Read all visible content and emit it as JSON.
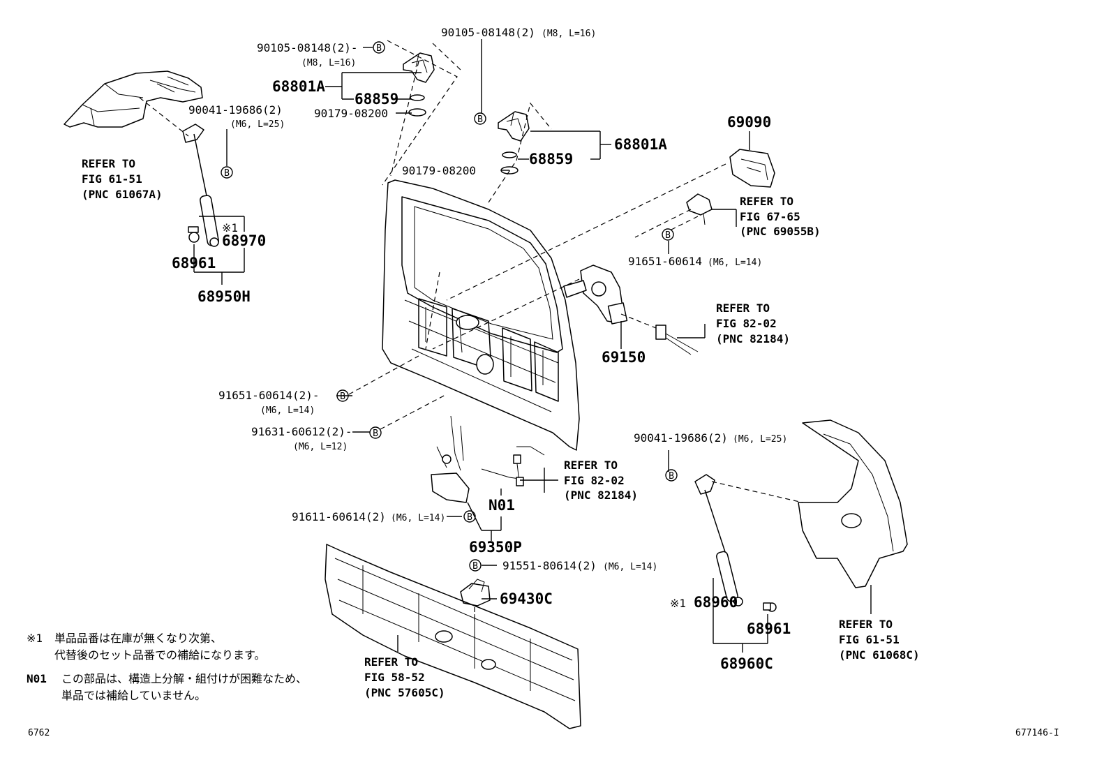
{
  "labels": {
    "p90105_left": "90105-08148(2)-",
    "p90105_left_spec": "(M8, L=16)",
    "p90105_top": "90105-08148(2)",
    "p90105_top_spec": "(M8, L=16)",
    "p68801A_left": "68801A",
    "p68859_left": "68859",
    "p90179_left": "90179-08200",
    "p90041_top": "90041-19686(2)",
    "p90041_top_spec": "(M6, L=25)",
    "p68801A_right": "68801A",
    "p68859_right": "68859",
    "p90179_right": "90179-08200",
    "p69090": "69090",
    "mark1_a": "※1",
    "p68970": "68970",
    "p68961_left": "68961",
    "p68950H": "68950H",
    "p91651_top": "91651-60614",
    "p91651_top_spec": "(M6, L=14)",
    "p69150": "69150",
    "p91651_mid": "91651-60614(2)-",
    "p91651_mid_spec": "(M6, L=14)",
    "p91631": "91631-60612(2)-",
    "p91631_spec": "(M6, L=12)",
    "p90041_right": "90041-19686(2)",
    "p90041_right_spec": "(M6, L=25)",
    "p91611": "91611-60614(2)",
    "p91611_spec": "(M6, L=14)",
    "pN01": "N01",
    "p69350P": "69350P",
    "p91551": "91551-80614(2)",
    "p91551_spec": "(M6, L=14)",
    "p69430C": "69430C",
    "mark1_b": "※1",
    "p68960": "68960",
    "p68961_right": "68961",
    "p68960C": "68960C",
    "fig_left": "6762",
    "fig_right": "677146-I",
    "badge": "B"
  },
  "refs": {
    "r1": [
      "REFER TO",
      "FIG 61-51",
      "(PNC 61067A)"
    ],
    "r2": [
      "REFER TO",
      "FIG 67-65",
      "(PNC 69055B)"
    ],
    "r3": [
      "REFER TO",
      "FIG 82-02",
      "(PNC 82184)"
    ],
    "r4": [
      "REFER TO",
      "FIG 82-02",
      "(PNC 82184)"
    ],
    "r5": [
      "REFER TO",
      "FIG 58-52",
      "(PNC 57605C)"
    ],
    "r6": [
      "REFER TO",
      "FIG 61-51",
      "(PNC 61068C)"
    ]
  },
  "notes": {
    "n1_mark": "※1",
    "n1_line1": "単品品番は在庫が無くなり次第、",
    "n1_line2": "代替後のセット品番での補給になります。",
    "n2_mark": "N01",
    "n2_line1": "この部品は、構造上分解・組付けが困難なため、",
    "n2_line2": "単品では補給していません。"
  }
}
